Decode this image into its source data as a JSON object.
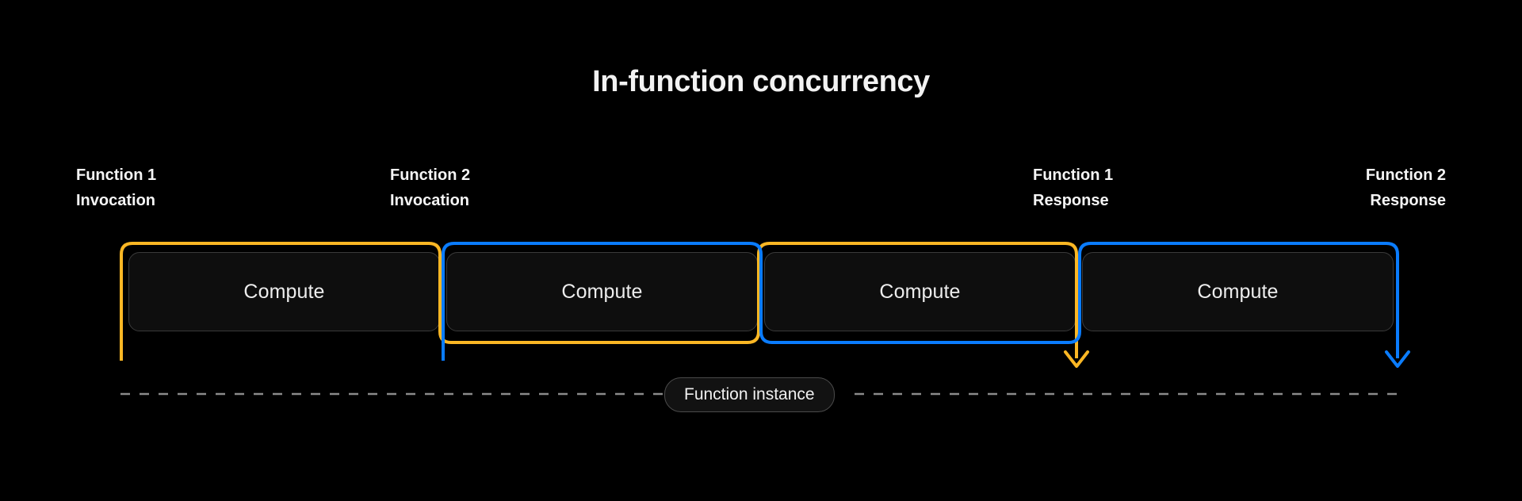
{
  "page": {
    "title": "In-function concurrency",
    "background": "#000000"
  },
  "colors": {
    "function1_track": "#FBB724",
    "function2_track": "#0A7CFF",
    "box_fill": "#0E0E0E",
    "box_border": "#3A3A3A",
    "text": "#F2F2F2",
    "dashed_line": "#8A8A8A"
  },
  "markers": [
    {
      "id": "f1-invocation",
      "line1": "Function 1",
      "line2": "Invocation",
      "align": "left",
      "color": "#FBB724"
    },
    {
      "id": "f2-invocation",
      "line1": "Function 2",
      "line2": "Invocation",
      "align": "left",
      "color": "#0A7CFF"
    },
    {
      "id": "f1-response",
      "line1": "Function 1",
      "line2": "Response",
      "align": "left",
      "color": "#FBB724"
    },
    {
      "id": "f2-response",
      "line1": "Function 2",
      "line2": "Response",
      "align": "right",
      "color": "#0A7CFF"
    }
  ],
  "slots": [
    {
      "id": "compute-1",
      "label": "Compute",
      "top_track": "function1",
      "bottom_track": null
    },
    {
      "id": "compute-2",
      "label": "Compute",
      "top_track": "function2",
      "bottom_track": "function1"
    },
    {
      "id": "compute-3",
      "label": "Compute",
      "top_track": "function1",
      "bottom_track": "function2"
    },
    {
      "id": "compute-4",
      "label": "Compute",
      "top_track": "function2",
      "bottom_track": null
    }
  ],
  "instance": {
    "label": "Function instance"
  }
}
